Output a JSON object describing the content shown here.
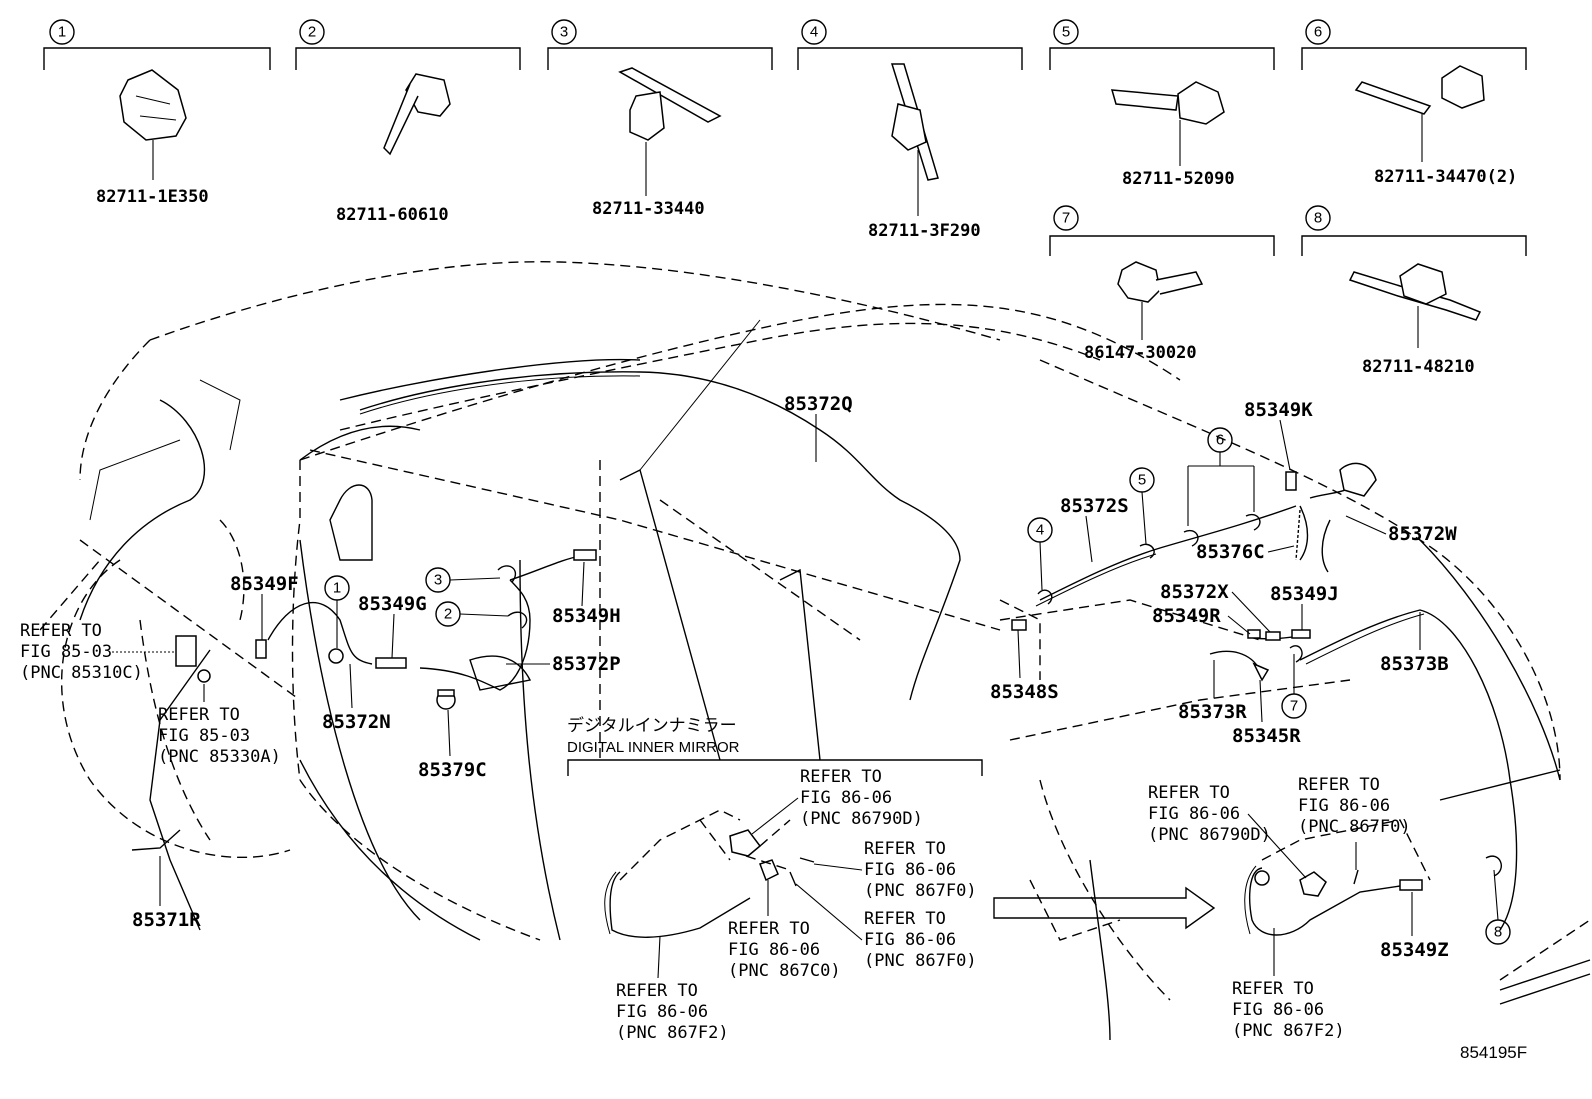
{
  "figure_number": "854195F",
  "digital_mirror": {
    "title_jp": "デジタルインナミラー",
    "title_en": "DIGITAL INNER MIRROR"
  },
  "clamp_boxes": [
    {
      "num": "1",
      "part": "82711-1E350"
    },
    {
      "num": "2",
      "part": "82711-60610"
    },
    {
      "num": "3",
      "part": "82711-33440"
    },
    {
      "num": "4",
      "part": "82711-3F290"
    },
    {
      "num": "5",
      "part": "82711-52090"
    },
    {
      "num": "6",
      "part": "82711-34470(2)"
    },
    {
      "num": "7",
      "part": "86147-30020"
    },
    {
      "num": "8",
      "part": "82711-48210"
    }
  ],
  "callout_circles": [
    "1",
    "2",
    "3",
    "4",
    "5",
    "6",
    "7",
    "8"
  ],
  "part_labels": [
    "85372Q",
    "85349K",
    "85372S",
    "85372W",
    "85376C",
    "85349F",
    "85349G",
    "85349H",
    "85372P",
    "85372N",
    "85379C",
    "85372X",
    "85349J",
    "85349R",
    "85373B",
    "85348S",
    "85373R",
    "85345R",
    "85371R",
    "85349Z"
  ],
  "refer_notes": [
    {
      "l1": "REFER TO",
      "l2": "FIG 85-03",
      "l3": "(PNC 85310C)"
    },
    {
      "l1": "REFER TO",
      "l2": "FIG 85-03",
      "l3": "(PNC 85330A)"
    },
    {
      "l1": "REFER TO",
      "l2": "FIG 86-06",
      "l3": "(PNC 86790D)"
    },
    {
      "l1": "REFER TO",
      "l2": "FIG 86-06",
      "l3": "(PNC 867F0)"
    },
    {
      "l1": "REFER TO",
      "l2": "FIG 86-06",
      "l3": "(PNC 867F0)"
    },
    {
      "l1": "REFER TO",
      "l2": "FIG 86-06",
      "l3": "(PNC 867C0)"
    },
    {
      "l1": "REFER TO",
      "l2": "FIG 86-06",
      "l3": "(PNC 867F2)"
    },
    {
      "l1": "REFER TO",
      "l2": "FIG 86-06",
      "l3": "(PNC 86790D)"
    },
    {
      "l1": "REFER TO",
      "l2": "FIG 86-06",
      "l3": "(PNC 867F0)"
    },
    {
      "l1": "REFER TO",
      "l2": "FIG 86-06",
      "l3": "(PNC 867F2)"
    }
  ]
}
